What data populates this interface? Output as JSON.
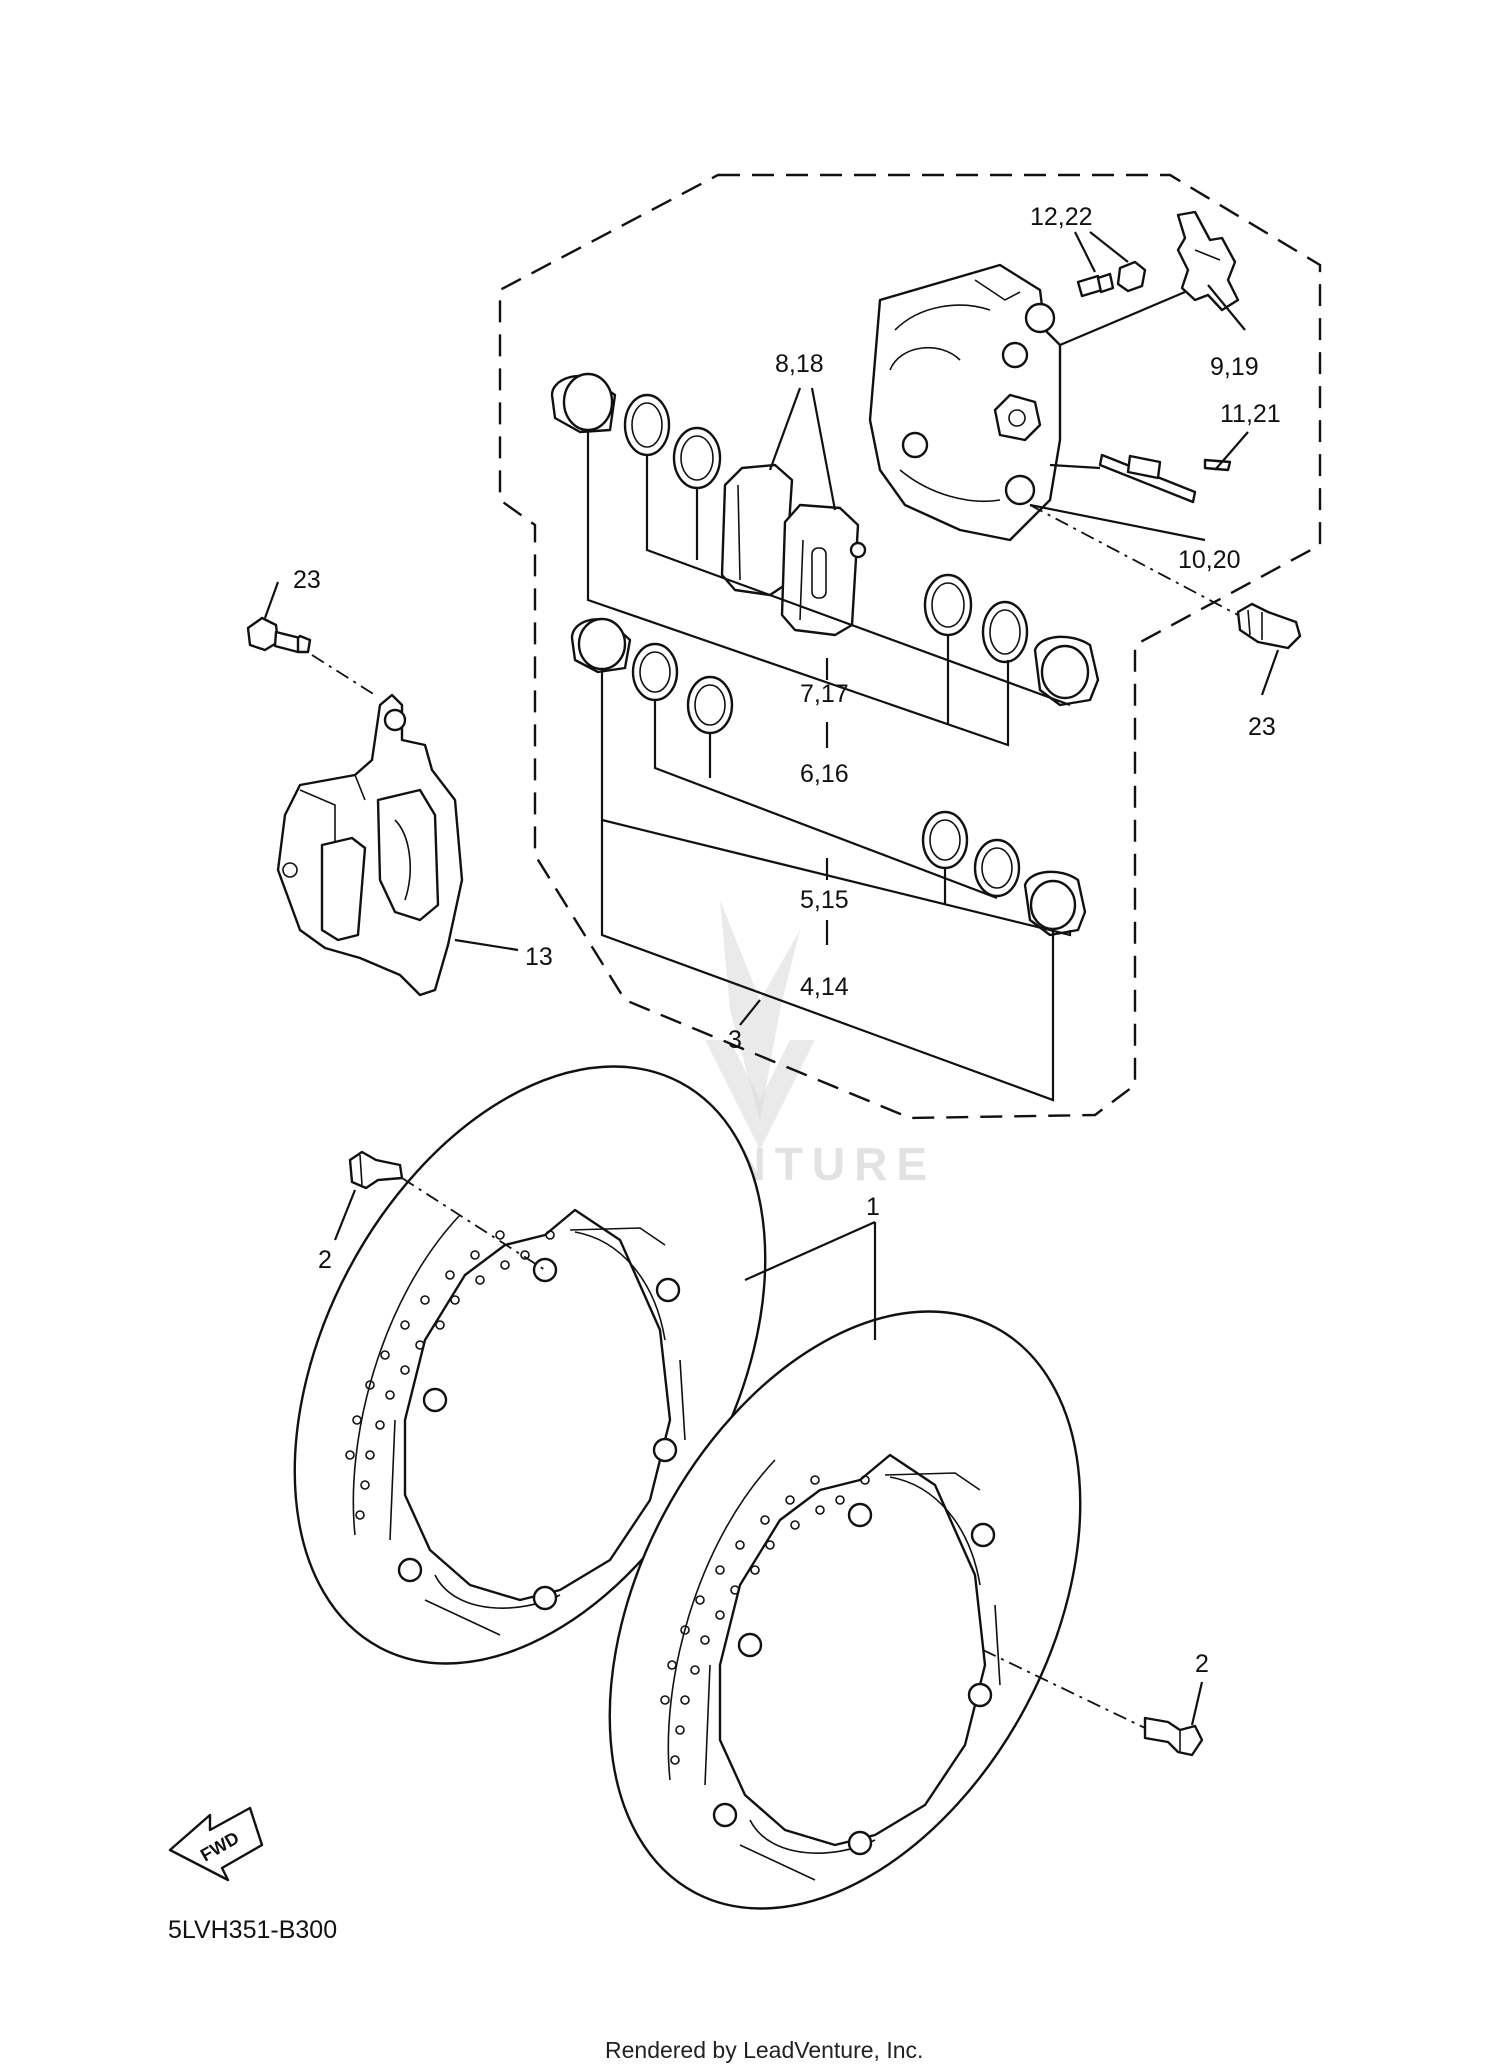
{
  "labels": {
    "l1": "1",
    "l2a": "2",
    "l2b": "2",
    "l3": "3",
    "l4_14": "4,14",
    "l5_15": "5,15",
    "l6_16": "6,16",
    "l7_17": "7,17",
    "l8_18": "8,18",
    "l9_19": "9,19",
    "l10_20": "10,20",
    "l11_21": "11,21",
    "l12_22": "12,22",
    "l13": "13",
    "l23a": "23",
    "l23b": "23"
  },
  "diagram_code": "5LVH351-B300",
  "fwd_label": "FWD",
  "watermark": "LEADVENTURE",
  "footer": "Rendered by LeadVenture, Inc."
}
